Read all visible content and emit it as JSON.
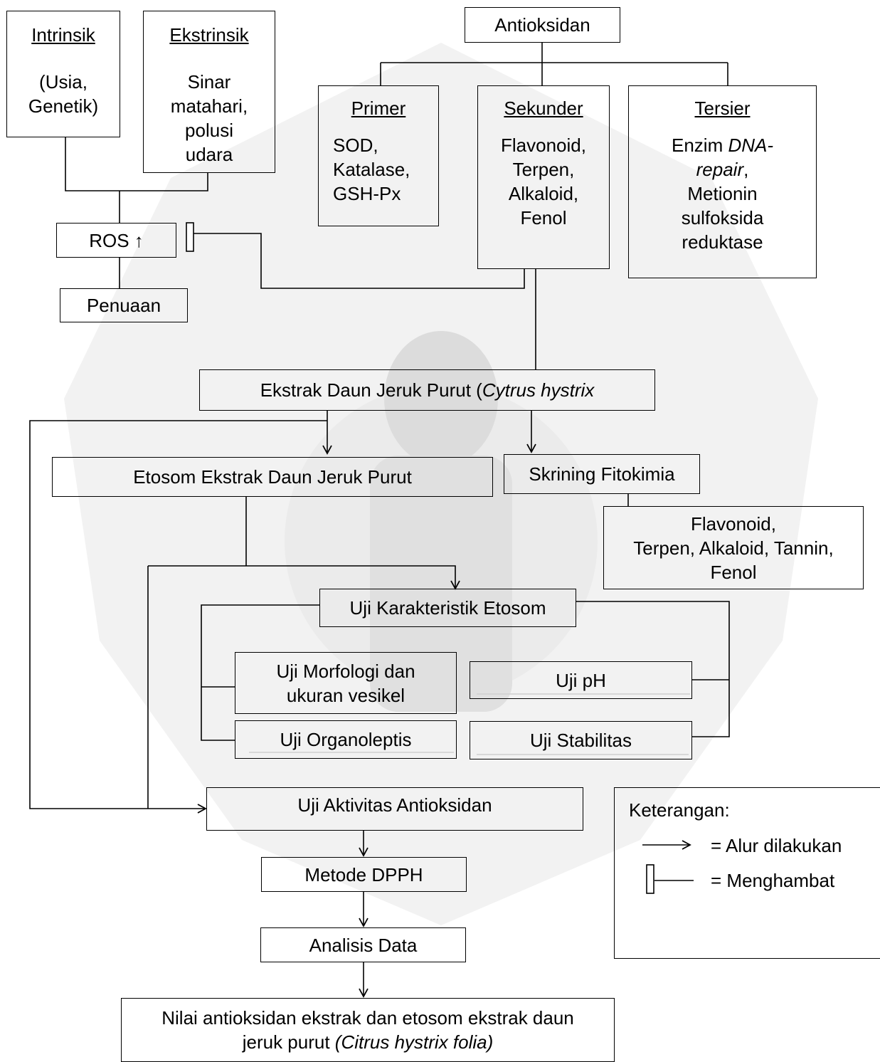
{
  "diagram": {
    "intrinsic": {
      "title": "Intrinsik",
      "body": "(Usia,\nGenetik)"
    },
    "extrinsic": {
      "title": "Ekstrinsik",
      "body": "Sinar\nmatahari,\npolusi\nudara"
    },
    "antioxidant": "Antioksidan",
    "primary": {
      "title": "Primer",
      "body": "SOD,\nKatalase,\nGSH-Px"
    },
    "secondary": {
      "title": "Sekunder",
      "body": "Flavonoid,\nTerpen,\nAlkaloid,\nFenol"
    },
    "tertiary": {
      "title": "Tersier",
      "body_1": "Enzim ",
      "body_2": "DNA-",
      "body_3": "repair",
      "body_4": ",\nMetionin\nsulfoksida\nreduktase"
    },
    "ros": "ROS ↑",
    "aging": "Penuaan",
    "extract": {
      "text": "Ekstrak Daun Jeruk Purut (",
      "italic": "Cytrus hystrix"
    },
    "ethosome": "Etosom Ekstrak Daun Jeruk Purut",
    "screening": "Skrining Fitokimia",
    "screening_result": "Flavonoid,\nTerpen, Alkaloid, Tannin,\nFenol",
    "characteristic": "Uji Karakteristik Etosom",
    "morphology": "Uji Morfologi dan\nukuran vesikel",
    "ph": "Uji pH",
    "organoleptic": "Uji Organoleptis",
    "stability": "Uji Stabilitas",
    "antioxidant_test": "Uji Aktivitas Antioksidan",
    "dpph": "Metode DPPH",
    "analysis": "Analisis Data",
    "result": {
      "text": "Nilai antioksidan ekstrak dan etosom ekstrak daun\njeruk purut ",
      "italic": "(Citrus hystrix folia)"
    }
  },
  "legend": {
    "title": "Keterangan:",
    "arrow_label": "= Alur dilakukan",
    "inhibit_label": "= Menghambat"
  }
}
